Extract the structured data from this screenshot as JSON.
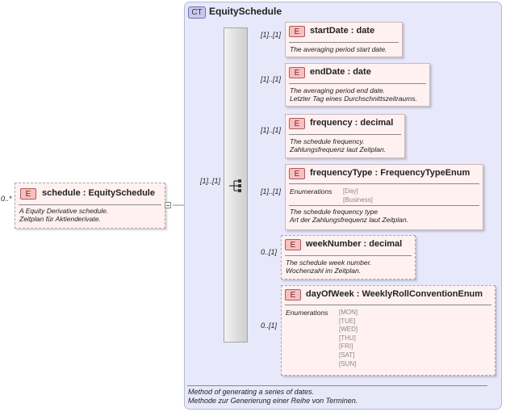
{
  "root": {
    "badge": "E",
    "name": "schedule",
    "type": "EquitySchedule",
    "cardinality": "0..*",
    "doc": [
      "A Equity Derivative schedule.",
      "Zeitplan für Aktienderivate."
    ]
  },
  "complex_type": {
    "badge": "CT",
    "name": "EquitySchedule",
    "doc": [
      "Method of generating a series of dates.",
      "Methode zur Generierung einer Reihe von Terminen."
    ]
  },
  "sequence": {
    "cardinality": "[1]..[1]"
  },
  "elements": [
    {
      "badge": "E",
      "name": "startDate",
      "type": "date",
      "cardinality": "[1]..[1]",
      "doc": [
        "The averaging period start date."
      ]
    },
    {
      "badge": "E",
      "name": "endDate",
      "type": "date",
      "cardinality": "[1]..[1]",
      "doc": [
        "The averaging period end date.",
        "Letzter Tag eines Durchschnittszeitraums."
      ]
    },
    {
      "badge": "E",
      "name": "frequency",
      "type": "decimal",
      "cardinality": "[1]..[1]",
      "doc": [
        "The schedule frequency.",
        "Zahlungsfrequenz laut Zeitplan."
      ]
    },
    {
      "badge": "E",
      "name": "frequencyType",
      "type": "FrequencyTypeEnum",
      "cardinality": "[1]..[1]",
      "enum_label": "Enumerations",
      "enumerations": [
        "[Day]",
        "[Business]"
      ],
      "doc": [
        "The schedule frequency type",
        "Art der Zahlungsfrequenz laut Zeitplan."
      ]
    },
    {
      "badge": "E",
      "name": "weekNumber",
      "type": "decimal",
      "cardinality": "0..[1]",
      "doc": [
        "The schedule week number.",
        "Wochenzahl im Zeitplan."
      ]
    },
    {
      "badge": "E",
      "name": "dayOfWeek",
      "type": "WeeklyRollConventionEnum",
      "cardinality": "0..[1]",
      "enum_label": "Enumerations",
      "enumerations": [
        "[MON]",
        "[TUE]",
        "[WED]",
        "[THU]",
        "[FRI]",
        "[SAT]",
        "[SUN]"
      ]
    }
  ]
}
